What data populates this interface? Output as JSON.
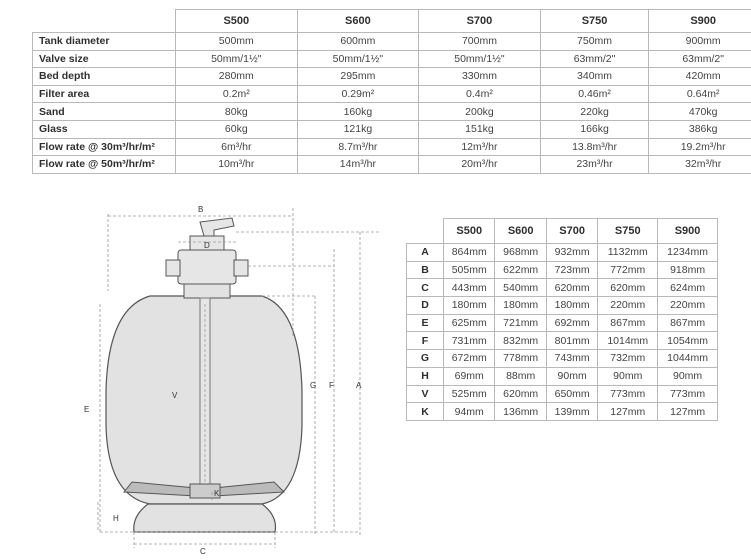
{
  "spec_table": {
    "headers": [
      "S500",
      "S600",
      "S700",
      "S750",
      "S900"
    ],
    "rows": [
      {
        "label": "Tank diameter",
        "values": [
          "500mm",
          "600mm",
          "700mm",
          "750mm",
          "900mm"
        ]
      },
      {
        "label": "Valve size",
        "values": [
          "50mm/1½\"",
          "50mm/1½\"",
          "50mm/1½\"",
          "63mm/2\"",
          "63mm/2\""
        ]
      },
      {
        "label": "Bed depth",
        "values": [
          "280mm",
          "295mm",
          "330mm",
          "340mm",
          "420mm"
        ]
      },
      {
        "label": "Filter area",
        "values": [
          "0.2m²",
          "0.29m²",
          "0.4m²",
          "0.46m²",
          "0.64m²"
        ]
      },
      {
        "label": "Sand",
        "values": [
          "80kg",
          "160kg",
          "200kg",
          "220kg",
          "470kg"
        ]
      },
      {
        "label": "Glass",
        "values": [
          "60kg",
          "121kg",
          "151kg",
          "166kg",
          "386kg"
        ]
      },
      {
        "label": "Flow rate @ 30m³/hr/m²",
        "values": [
          "6m³/hr",
          "8.7m³/hr",
          "12m³/hr",
          "13.8m³/hr",
          "19.2m³/hr"
        ]
      },
      {
        "label": "Flow rate @ 50m³/hr/m²",
        "values": [
          "10m³/hr",
          "14m³/hr",
          "20m³/hr",
          "23m³/hr",
          "32m³/hr"
        ]
      }
    ]
  },
  "dim_table": {
    "headers": [
      "S500",
      "S600",
      "S700",
      "S750",
      "S900"
    ],
    "rows": [
      {
        "label": "A",
        "values": [
          "864mm",
          "968mm",
          "932mm",
          "1132mm",
          "1234mm"
        ]
      },
      {
        "label": "B",
        "values": [
          "505mm",
          "622mm",
          "723mm",
          "772mm",
          "918mm"
        ]
      },
      {
        "label": "C",
        "values": [
          "443mm",
          "540mm",
          "620mm",
          "620mm",
          "624mm"
        ]
      },
      {
        "label": "D",
        "values": [
          "180mm",
          "180mm",
          "180mm",
          "220mm",
          "220mm"
        ]
      },
      {
        "label": "E",
        "values": [
          "625mm",
          "721mm",
          "692mm",
          "867mm",
          "867mm"
        ]
      },
      {
        "label": "F",
        "values": [
          "731mm",
          "832mm",
          "801mm",
          "1014mm",
          "1054mm"
        ]
      },
      {
        "label": "G",
        "values": [
          "672mm",
          "778mm",
          "743mm",
          "732mm",
          "1044mm"
        ]
      },
      {
        "label": "H",
        "values": [
          "69mm",
          "88mm",
          "90mm",
          "90mm",
          "90mm"
        ]
      },
      {
        "label": "V",
        "values": [
          "525mm",
          "620mm",
          "650mm",
          "773mm",
          "773mm"
        ]
      },
      {
        "label": "K",
        "values": [
          "94mm",
          "136mm",
          "139mm",
          "127mm",
          "127mm"
        ]
      }
    ]
  },
  "diagram": {
    "labels": {
      "a": "A",
      "b": "B",
      "c": "C",
      "d": "D",
      "e": "E",
      "f": "F",
      "g": "G",
      "h": "H",
      "k": "K",
      "v": "V"
    },
    "colors": {
      "tank_fill": "#e2e2e2",
      "outline": "#555555",
      "dim_line": "#9a9a9a"
    }
  }
}
